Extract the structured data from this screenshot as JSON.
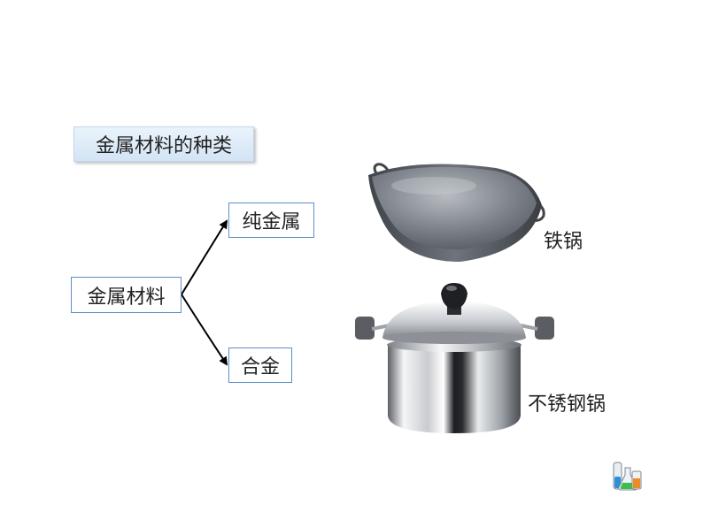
{
  "title": "金属材料的种类",
  "tree": {
    "root": "金属材料",
    "children": [
      "纯金属",
      "合金"
    ]
  },
  "images": {
    "wok_caption": "铁锅",
    "pot_caption": "不锈钢锅"
  },
  "colors": {
    "node_border": "#5b8fc7",
    "title_bg": "#d9e7f5"
  },
  "icons": {
    "corner": "lab-flasks-icon"
  }
}
